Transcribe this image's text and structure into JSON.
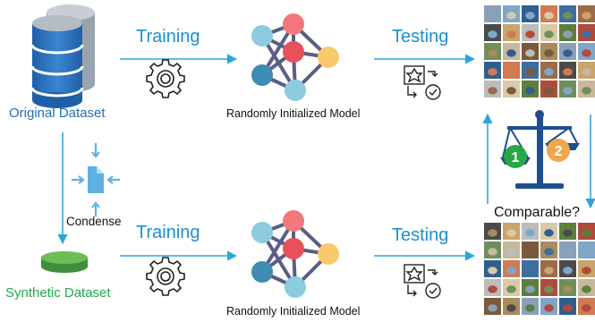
{
  "labels": {
    "training_top": "Training",
    "testing_top": "Testing",
    "model_top": "Randomly Initialized Model",
    "original_dataset": "Original Dataset",
    "condense": "Condense",
    "synthetic_dataset": "Synthetic Dataset",
    "training_bottom": "Training",
    "testing_bottom": "Testing",
    "model_bottom": "Randomly Initialized Model",
    "comparable": "Comparable?"
  },
  "scale_badges": {
    "left": "1",
    "right": "2"
  },
  "colors": {
    "arrow": "#2aa6dd",
    "accent_blue": "#1a8fd0",
    "original_text": "#1f6fb8",
    "synthetic_text": "#21a94a",
    "node_light_blue": "#8ccbe0",
    "node_dark_blue": "#3e8bb3",
    "node_coral": "#f2787c",
    "node_red": "#e8505b",
    "node_orange": "#f9c96b",
    "edge": "#5a5e85",
    "badge_green": "#27a844",
    "badge_orange": "#f0a64a"
  },
  "icons": [
    "database-icon",
    "gear-icon",
    "test-eval-icon",
    "condense-icon",
    "synthetic-disk-icon",
    "balance-scale-icon",
    "image-grid"
  ]
}
